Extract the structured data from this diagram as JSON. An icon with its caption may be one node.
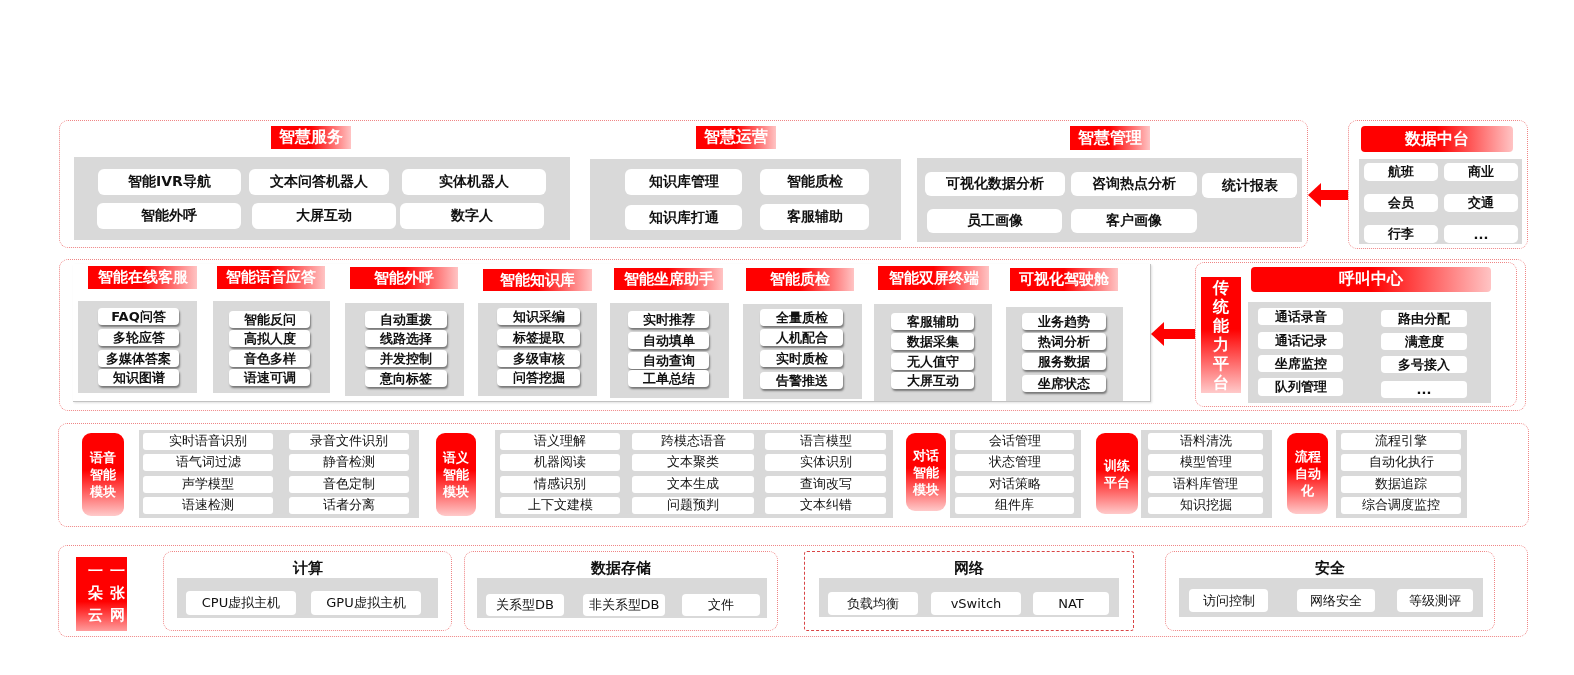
{
  "diagram": {
    "nodes": [
      {
        "text": [],
        "shape": "box"
      },
      {
        "text": [
          "智慧服务"
        ],
        "in": 0
      },
      {
        "text": [
          "智能IVR导航"
        ],
        "in": 1
      },
      {
        "text": [
          "文本问答机器人"
        ],
        "in": 1
      },
      {
        "text": [
          "实体机器人"
        ],
        "in": 1
      },
      {
        "text": [
          "智能外呼"
        ],
        "in": 1
      },
      {
        "text": [
          "大屏互动"
        ],
        "in": 1
      },
      {
        "text": [
          "数字人"
        ],
        "in": 1
      },
      {
        "text": [
          "智慧运营"
        ],
        "in": 0
      },
      {
        "text": [
          "知识库管理"
        ],
        "in": 8
      },
      {
        "text": [
          "智能质检"
        ],
        "in": 8
      },
      {
        "text": [
          "知识库打通"
        ],
        "in": 8
      },
      {
        "text": [
          "客服辅助"
        ],
        "in": 8
      },
      {
        "text": [
          "智慧管理"
        ],
        "in": 0
      },
      {
        "text": [
          "可视化数据分析"
        ],
        "in": 13
      },
      {
        "text": [
          "咨询热点分析"
        ],
        "in": 13
      },
      {
        "text": [
          "统计报表"
        ],
        "in": 13
      },
      {
        "text": [
          "员工画像"
        ],
        "in": 13
      },
      {
        "text": [
          "客户画像"
        ],
        "in": 13
      },
      {
        "text": [
          "数据中台"
        ]
      },
      {
        "text": [
          "航班"
        ],
        "in": 19
      },
      {
        "text": [
          "商业"
        ],
        "in": 19
      },
      {
        "text": [
          "会员"
        ],
        "in": 19
      },
      {
        "text": [
          "交通"
        ],
        "in": 19
      },
      {
        "text": [
          "行李"
        ],
        "in": 19
      },
      {
        "text": [
          "..."
        ],
        "in": 19
      },
      {
        "text": [],
        "shape": "box"
      },
      {
        "text": [],
        "shape": "box",
        "in": 26
      },
      {
        "text": [
          "智能在线客服"
        ],
        "in": 27
      },
      {
        "text": [
          "FAQ问答"
        ],
        "in": 28
      },
      {
        "text": [
          "多轮应答"
        ],
        "in": 28
      },
      {
        "text": [
          "多媒体答案"
        ],
        "in": 28
      },
      {
        "text": [
          "知识图谱"
        ],
        "in": 28
      },
      {
        "text": [
          "智能语音应答"
        ],
        "in": 27
      },
      {
        "text": [
          "智能反问"
        ],
        "in": 33
      },
      {
        "text": [
          "高拟人度"
        ],
        "in": 33
      },
      {
        "text": [
          "音色多样"
        ],
        "in": 33
      },
      {
        "text": [
          "语速可调"
        ],
        "in": 33
      },
      {
        "text": [
          "智能外呼"
        ],
        "in": 27
      },
      {
        "text": [
          "自动重拨"
        ],
        "in": 38
      },
      {
        "text": [
          "线路选择"
        ],
        "in": 38
      },
      {
        "text": [
          "并发控制"
        ],
        "in": 38
      },
      {
        "text": [
          "意向标签"
        ],
        "in": 38
      },
      {
        "text": [
          "智能知识库"
        ],
        "in": 27
      },
      {
        "text": [
          "知识采编"
        ],
        "in": 43
      },
      {
        "text": [
          "标签提取"
        ],
        "in": 43
      },
      {
        "text": [
          "多级审核"
        ],
        "in": 43
      },
      {
        "text": [
          "问答挖掘"
        ],
        "in": 43
      },
      {
        "text": [
          "智能坐席助手"
        ],
        "in": 27
      },
      {
        "text": [
          "实时推荐"
        ],
        "in": 48
      },
      {
        "text": [
          "自动填单"
        ],
        "in": 48
      },
      {
        "text": [
          "自动查询"
        ],
        "in": 48
      },
      {
        "text": [
          "工单总结"
        ],
        "in": 48
      },
      {
        "text": [
          "智能质检"
        ],
        "in": 27
      },
      {
        "text": [
          "全量质检"
        ],
        "in": 53
      },
      {
        "text": [
          "人机配合"
        ],
        "in": 53
      },
      {
        "text": [
          "实时质检"
        ],
        "in": 53
      },
      {
        "text": [
          "告警推送"
        ],
        "in": 53
      },
      {
        "text": [
          "智能双屏终端"
        ],
        "in": 27
      },
      {
        "text": [
          "客服辅助"
        ],
        "in": 58
      },
      {
        "text": [
          "数据采集"
        ],
        "in": 58
      },
      {
        "text": [
          "无人值守"
        ],
        "in": 58
      },
      {
        "text": [
          "大屏互动"
        ],
        "in": 58
      },
      {
        "text": [
          "可视化驾驶舱"
        ],
        "in": 27
      },
      {
        "text": [
          "业务趋势"
        ],
        "in": 63
      },
      {
        "text": [
          "热词分析"
        ],
        "in": 63
      },
      {
        "text": [
          "服务数据"
        ],
        "in": 63
      },
      {
        "text": [
          "坐席状态"
        ],
        "in": 63
      },
      {
        "text": [
          "传统能力平台"
        ],
        "in": 26
      },
      {
        "text": [
          "呼叫中心"
        ],
        "in": 68
      },
      {
        "text": [
          "通话录音"
        ],
        "in": 69
      },
      {
        "text": [
          "路由分配"
        ],
        "in": 69
      },
      {
        "text": [
          "通话记录"
        ],
        "in": 69
      },
      {
        "text": [
          "满意度"
        ],
        "in": 69
      },
      {
        "text": [
          "坐席监控"
        ],
        "in": 69
      },
      {
        "text": [
          "多号接入"
        ],
        "in": 69
      },
      {
        "text": [
          "队列管理"
        ],
        "in": 69
      },
      {
        "text": [
          "..."
        ],
        "in": 69
      },
      {
        "text": [],
        "shape": "box"
      },
      {
        "text": [
          "语音智能模块"
        ],
        "in": 78
      },
      {
        "text": [
          "实时语音识别"
        ],
        "in": 79
      },
      {
        "text": [
          "录音文件识别"
        ],
        "in": 79
      },
      {
        "text": [
          "语气词过滤"
        ],
        "in": 79
      },
      {
        "text": [
          "静音检测"
        ],
        "in": 79
      },
      {
        "text": [
          "声学模型"
        ],
        "in": 79
      },
      {
        "text": [
          "音色定制"
        ],
        "in": 79
      },
      {
        "text": [
          "语速检测"
        ],
        "in": 79
      },
      {
        "text": [
          "话者分离"
        ],
        "in": 79
      },
      {
        "text": [
          "语义智能模块"
        ],
        "in": 78
      },
      {
        "text": [
          "语义理解"
        ],
        "in": 88
      },
      {
        "text": [
          "跨模态语音"
        ],
        "in": 88
      },
      {
        "text": [
          "语言模型"
        ],
        "in": 88
      },
      {
        "text": [
          "机器阅读"
        ],
        "in": 88
      },
      {
        "text": [
          "文本聚类"
        ],
        "in": 88
      },
      {
        "text": [
          "实体识别"
        ],
        "in": 88
      },
      {
        "text": [
          "情感识别"
        ],
        "in": 88
      },
      {
        "text": [
          "文本生成"
        ],
        "in": 88
      },
      {
        "text": [
          "查询改写"
        ],
        "in": 88
      },
      {
        "text": [
          "上下文建模"
        ],
        "in": 88
      },
      {
        "text": [
          "问题预判"
        ],
        "in": 88
      },
      {
        "text": [
          "文本纠错"
        ],
        "in": 88
      },
      {
        "text": [
          "对话智能模块"
        ],
        "in": 78
      },
      {
        "text": [
          "会话管理"
        ],
        "in": 101
      },
      {
        "text": [
          "状态管理"
        ],
        "in": 101
      },
      {
        "text": [
          "对话策略"
        ],
        "in": 101
      },
      {
        "text": [
          "组件库"
        ],
        "in": 101
      },
      {
        "text": [
          "训练平台"
        ],
        "in": 78
      },
      {
        "text": [
          "语料清洗"
        ],
        "in": 106
      },
      {
        "text": [
          "模型管理"
        ],
        "in": 106
      },
      {
        "text": [
          "语料库管理"
        ],
        "in": 106
      },
      {
        "text": [
          "知识挖掘"
        ],
        "in": 106
      },
      {
        "text": [
          "流程自动化"
        ],
        "in": 78
      },
      {
        "text": [
          "流程引擎"
        ],
        "in": 111
      },
      {
        "text": [
          "自动化执行"
        ],
        "in": 111
      },
      {
        "text": [
          "数据追踪"
        ],
        "in": 111
      },
      {
        "text": [
          "综合调度监控"
        ],
        "in": 111
      },
      {
        "text": [],
        "shape": "box"
      },
      {
        "text": [
          "一朵云",
          "一张网"
        ],
        "in": 116
      },
      {
        "text": [
          "计算"
        ],
        "in": 116
      },
      {
        "text": [
          "CPU虚拟主机"
        ],
        "in": 118
      },
      {
        "text": [
          "GPU虚拟主机"
        ],
        "in": 118
      },
      {
        "text": [
          "数据存储"
        ],
        "in": 116
      },
      {
        "text": [
          "关系型DB"
        ],
        "in": 121
      },
      {
        "text": [
          "非关系型DB"
        ],
        "in": 121
      },
      {
        "text": [
          "文件"
        ],
        "in": 121
      },
      {
        "text": [
          "网络"
        ],
        "in": 116
      },
      {
        "text": [
          "负载均衡"
        ],
        "in": 125
      },
      {
        "text": [
          "vSwitch"
        ],
        "in": 125
      },
      {
        "text": [
          "NAT"
        ],
        "in": 125
      },
      {
        "text": [
          "安全"
        ],
        "in": 116
      },
      {
        "text": [
          "访问控制"
        ],
        "in": 129
      },
      {
        "text": [
          "网络安全"
        ],
        "in": 129
      },
      {
        "text": [
          "等级测评"
        ],
        "in": 129
      }
    ],
    "edges": [
      {
        "from": 19,
        "to": 0,
        "arrow": "to"
      },
      {
        "from": 68,
        "to": 27,
        "arrow": "to"
      }
    ]
  }
}
